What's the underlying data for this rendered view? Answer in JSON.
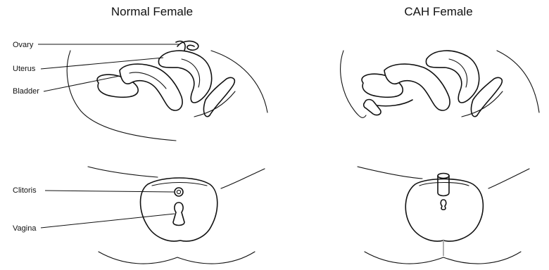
{
  "headings": {
    "normal": "Normal Female",
    "cah": "CAH Female"
  },
  "labels": {
    "ovary": "Ovary",
    "uterus": "Uterus",
    "bladder": "Bladder",
    "clitoris": "Clitoris",
    "vagina": "Vagina"
  },
  "colors": {
    "ink": "#111111",
    "background": "#ffffff",
    "sinus_line": "#b0b0b0"
  }
}
